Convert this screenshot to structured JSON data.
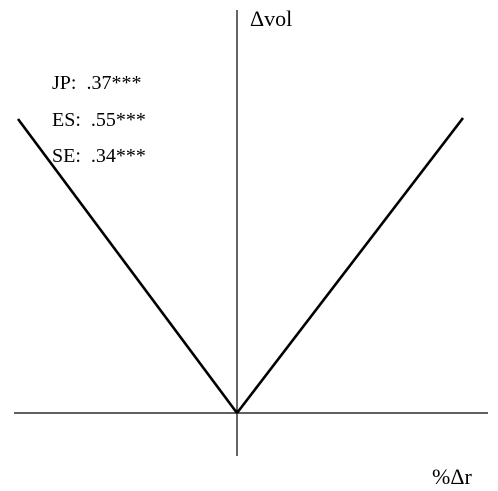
{
  "labels": {
    "y_axis": "Δvol",
    "x_axis": "%Δr"
  },
  "annotations": [
    "JP:  .37***",
    "ES:  .55***",
    "SE:  .34***"
  ],
  "colors": {
    "line": "#000000",
    "background": "#ffffff"
  }
}
